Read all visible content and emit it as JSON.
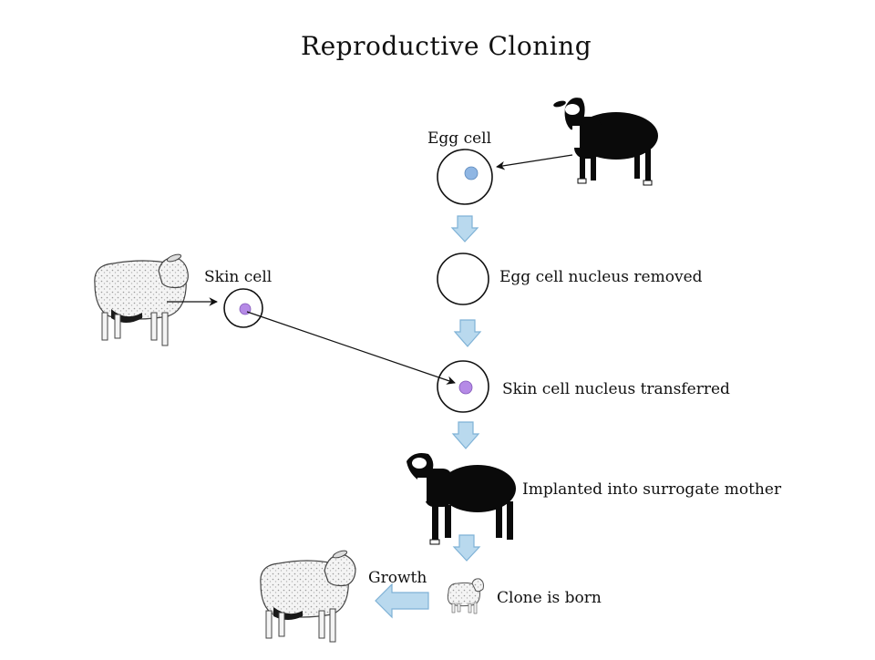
{
  "title": "Reproductive Cloning",
  "labels": {
    "egg_cell": "Egg cell",
    "skin_cell": "Skin cell",
    "nucleus_removed": "Egg cell nucleus removed",
    "nucleus_transferred": "Skin cell nucleus transferred",
    "implanted": "Implanted into surrogate mother",
    "clone_born": "Clone is born",
    "growth": "Growth"
  },
  "icons": {
    "donor_egg_sheep": "black-sheep-icon",
    "donor_skin_sheep": "white-sheep-icon",
    "surrogate_sheep": "black-sheep-icon",
    "lamb": "white-lamb-icon",
    "grown_clone": "white-sheep-icon"
  },
  "colors": {
    "egg_nucleus": "#8fb6e3",
    "skin_nucleus": "#b58ae6",
    "flow_arrow_fill": "#b9d9ee",
    "flow_arrow_stroke": "#7fb2d6",
    "black_wool": "#0a0a0a",
    "white_wool": "#f4f4f4"
  }
}
